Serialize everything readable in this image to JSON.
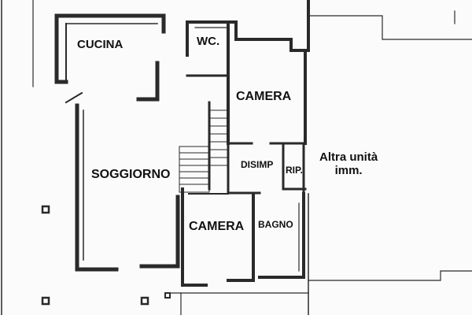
{
  "rooms": {
    "cucina": "CUCINA",
    "wc": "WC.",
    "camera_top": "CAMERA",
    "soggiorno": "SOGGIORNO",
    "disimp": "DISIMP",
    "rip": "RIP.",
    "camera_bottom": "CAMERA",
    "bagno": "BAGNO",
    "altra_line1": "Altra unità",
    "altra_line2": "imm."
  },
  "colors": {
    "wall": "#2a2a2a",
    "paper": "#fbfbfb",
    "text": "#111111"
  }
}
